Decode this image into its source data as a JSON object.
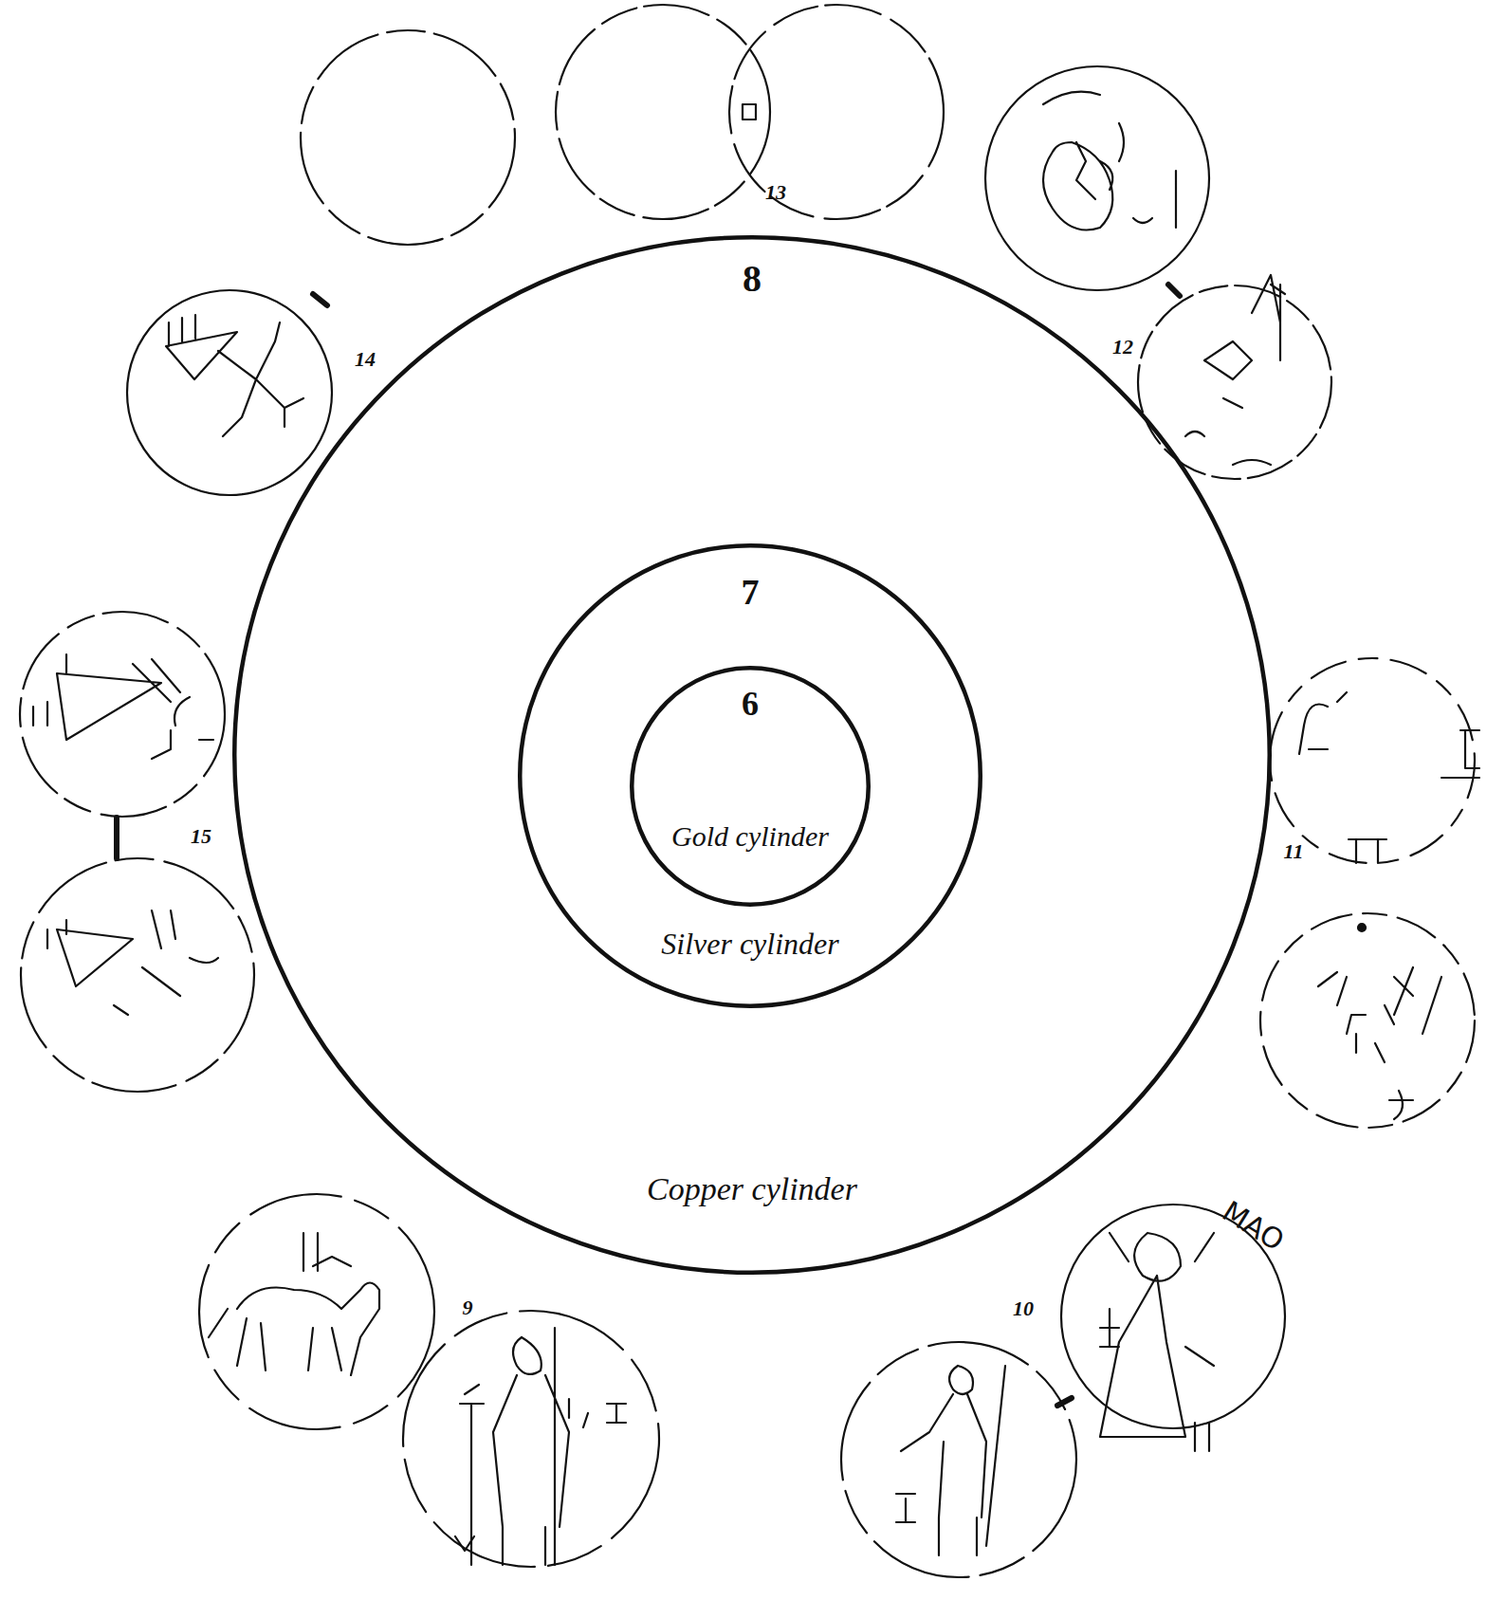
{
  "diagram": {
    "nodes": [
      {
        "text": [
          "8",
          "Copper cylinder"
        ]
      },
      {
        "text": [
          "7",
          "Silver cylinder"
        ],
        "in": 0
      },
      {
        "text": [
          "6",
          "Gold cylinder"
        ],
        "in": 1
      }
    ],
    "labels": [
      "13",
      "14",
      "12",
      "15",
      "11",
      "9",
      "10",
      "MAO"
    ]
  }
}
